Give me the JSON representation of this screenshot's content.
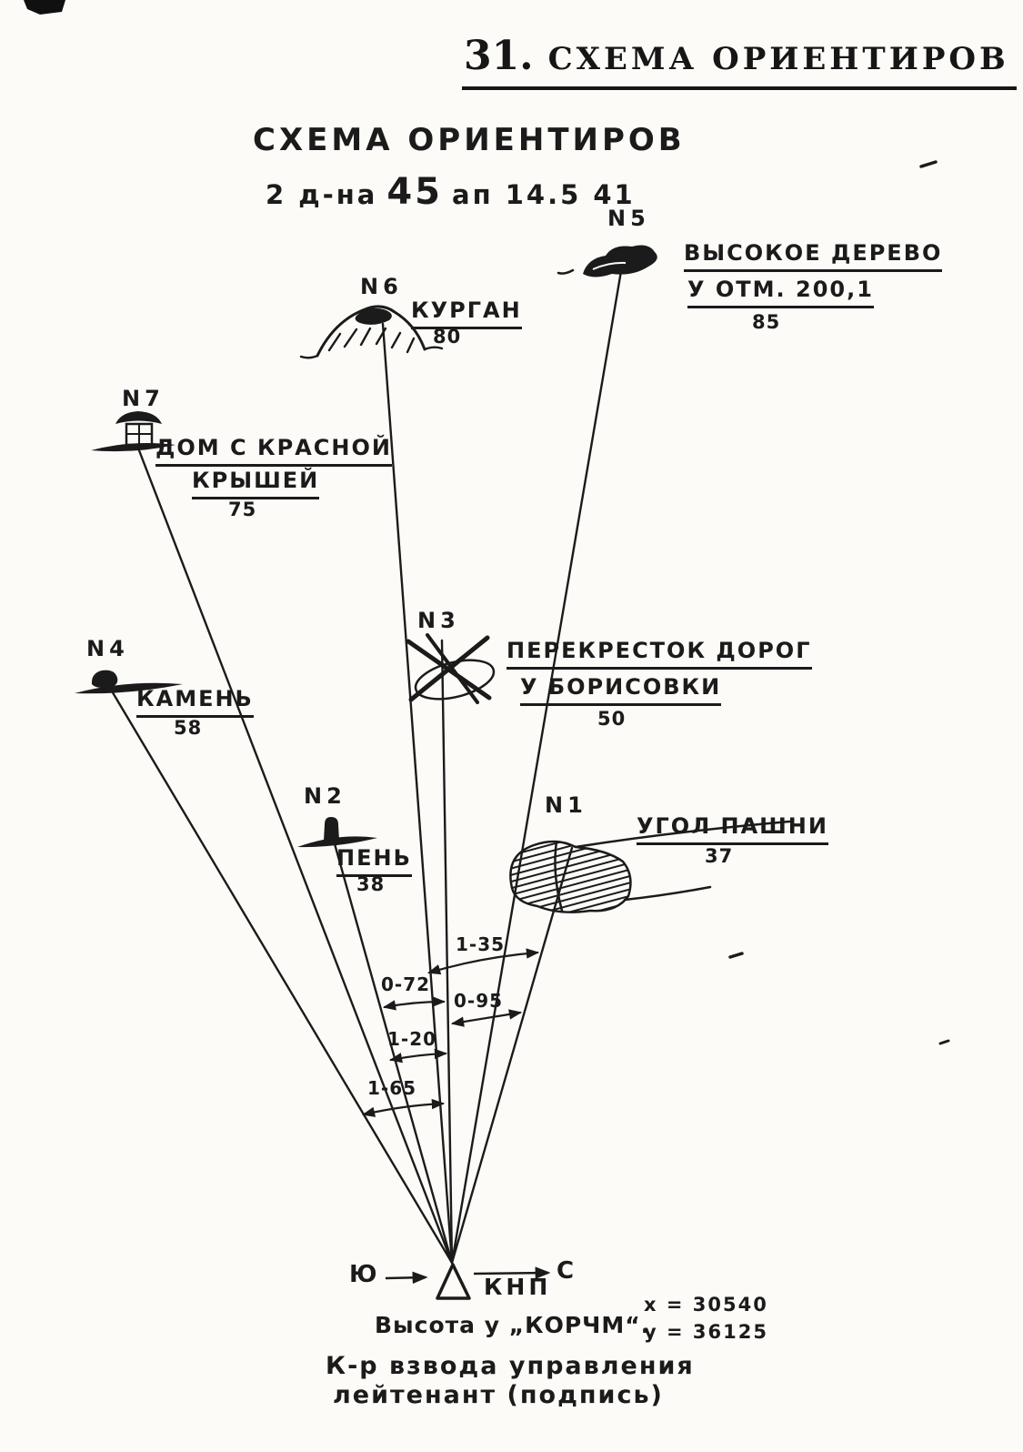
{
  "header": {
    "number": "31.",
    "title": "СХЕМА ОРИЕНТИРОВ"
  },
  "scheme_title": {
    "line1": "СХЕМА ОРИЕНТИРОВ",
    "unit_prefix": "2 д-на",
    "unit_number": "45",
    "unit_suffix": "ап   14.5 41"
  },
  "landmarks": {
    "n1": {
      "number": "N1",
      "line1": "УГОЛ ПАШНИ",
      "range": "37"
    },
    "n2": {
      "number": "N2",
      "line1": "ПЕНЬ",
      "range": "38"
    },
    "n3": {
      "number": "N3",
      "line1": "ПЕРЕКРЕСТОК ДОРОГ",
      "line2": "У БОРИСОВКИ",
      "range": "50"
    },
    "n4": {
      "number": "N4",
      "line1": "КАМЕНЬ",
      "range": "58"
    },
    "n5": {
      "number": "N5",
      "line1": "ВЫСОКОЕ ДЕРЕВО",
      "line2": "У ОТМ. 200,1",
      "range": "85"
    },
    "n6": {
      "number": "N6",
      "line1": "КУРГАН",
      "range": "80"
    },
    "n7": {
      "number": "N7",
      "line1": "ДОМ С КРАСНОЙ",
      "line2": "КРЫШЕЙ",
      "range": "75"
    }
  },
  "angles": {
    "a1": "1-35",
    "a2": "0-72",
    "a3": "0-95",
    "a4": "1-20",
    "a5": "1-65"
  },
  "observation_post": {
    "label": "КНП",
    "direction_left": "Ю",
    "direction_right": "С",
    "position": "Высота у „КОРЧМ“.",
    "coordinate_x": "x = 30540",
    "coordinate_y": "y = 36125"
  },
  "signature": {
    "line1": "К-р взвода управления",
    "line2": "лейтенант  (подпись)"
  }
}
